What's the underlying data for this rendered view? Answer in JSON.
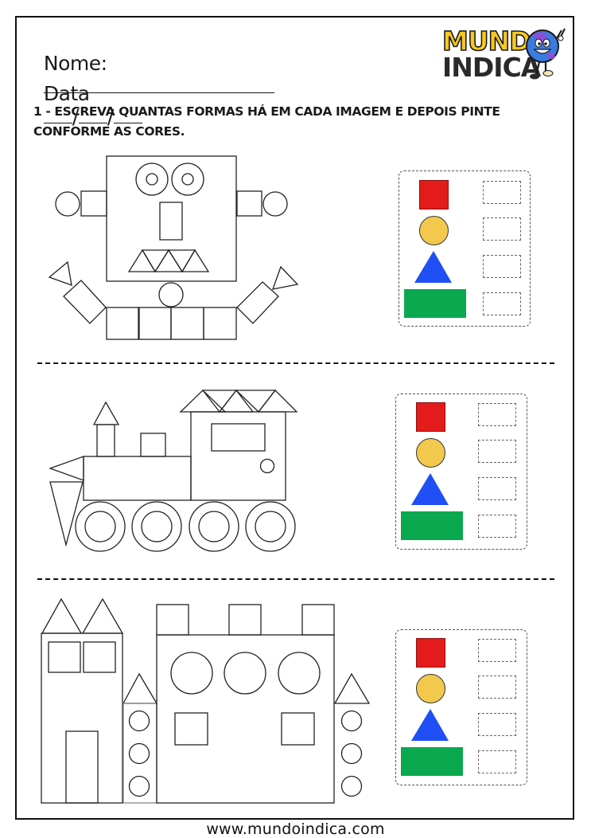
{
  "header": {
    "name_label": "Nome:",
    "date_label": "Data",
    "date_separator": "/",
    "logo": {
      "line1": "MUNDO",
      "line2": "INDICA",
      "icon": "globe-mascot-icon",
      "colors": {
        "line1": "#f7c81e",
        "line2": "#2a2a2a",
        "globe": "#3a7be0"
      }
    }
  },
  "instructions": "1 - ESCREVA QUANTAS FORMAS HÁ EM CADA IMAGEM E DEPOIS PINTE CONFORME AS CORES.",
  "color_key": [
    {
      "shape": "square",
      "color": "#e31b1b",
      "answer": ""
    },
    {
      "shape": "circle",
      "color": "#f2c94c",
      "answer": ""
    },
    {
      "shape": "triangle",
      "color": "#1f4ff5",
      "answer": ""
    },
    {
      "shape": "rectangle",
      "color": "#0aa84f",
      "answer": ""
    }
  ],
  "exercises": [
    {
      "id": "robot",
      "label": "Robô",
      "shapes_drawn": {
        "squares": 7,
        "circles": 7,
        "triangles": 7,
        "rectangles": 3
      }
    },
    {
      "id": "train",
      "label": "Trem",
      "shapes_drawn": {
        "squares": 1,
        "circles": 9,
        "triangles": 7,
        "rectangles": 4
      }
    },
    {
      "id": "castle",
      "label": "Castelo",
      "shapes_drawn": {
        "squares": 7,
        "circles": 9,
        "triangles": 4,
        "rectangles": 3
      }
    }
  ],
  "footer": {
    "url": "www.mundoindica.com"
  }
}
